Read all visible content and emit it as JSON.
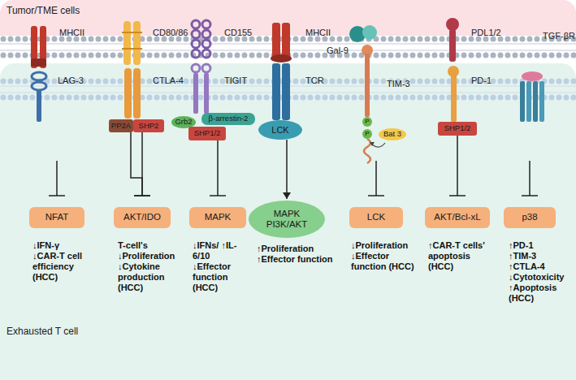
{
  "diagram": {
    "nodes": [
      {
        "text": [
          "Tumor/TME cells"
        ]
      },
      {
        "text": [
          "Exhausted T cell"
        ]
      },
      {
        "text": [
          "PP2A"
        ],
        "in": 1
      },
      {
        "text": [
          "SHP2"
        ],
        "in": 1
      },
      {
        "text": [
          "Grb2"
        ],
        "in": 1
      },
      {
        "text": [
          "β-arrestin-2"
        ],
        "in": 1
      },
      {
        "text": [
          "SHP1/2"
        ],
        "in": 1
      },
      {
        "text": [
          "LCK"
        ],
        "in": 1
      },
      {
        "text": [
          "P"
        ],
        "in": 1
      },
      {
        "text": [
          "P"
        ],
        "in": 1
      },
      {
        "text": [
          "Bat 3"
        ],
        "in": 1
      },
      {
        "text": [
          "SHP1/2"
        ],
        "in": 1
      },
      {
        "text": [
          "NFAT"
        ],
        "in": 1
      },
      {
        "text": [
          "AKT/IDO"
        ],
        "in": 1
      },
      {
        "text": [
          "MAPK"
        ],
        "in": 1
      },
      {
        "text": [
          "MAPK",
          "PI3K/AKT"
        ],
        "in": 1
      },
      {
        "text": [
          "LCK"
        ],
        "in": 1
      },
      {
        "text": [
          "AKT/Bcl-xL"
        ],
        "in": 1
      },
      {
        "text": [
          "p38"
        ],
        "in": 1
      }
    ],
    "edges": [
      {
        "from": 2,
        "to": 13,
        "arrow": "to"
      },
      {
        "from": 3,
        "to": 13,
        "arrow": "to"
      },
      {
        "from": 6,
        "to": 14,
        "arrow": "to"
      },
      {
        "from": 7,
        "to": 15,
        "arrow": "to"
      },
      {
        "from": 11,
        "to": 17,
        "arrow": "to"
      }
    ],
    "labels": [
      "MHCII",
      "LAG-3",
      "CD80/86",
      "CTLA-4",
      "CD155",
      "TIGIT",
      "MHCII",
      "TCR",
      "Gal-9",
      "TIM-3",
      "PDL1/2",
      "PD-1",
      "TGF-βR",
      "↓IFN-γ",
      "↓CAR-T cell efficiency (HCC)",
      "T-cell's",
      "↓Proliferation",
      "↓Cytokine production (HCC)",
      "↓IFNs/ ↑IL-6/10",
      "↓Effector function (HCC)",
      "↑Proliferation",
      "↑Effector function",
      "↓Proliferation",
      "↓Effector function (HCC)",
      "↑CAR-T cells' apoptosis (HCC)",
      "↑PD-1",
      "↑TIM-3",
      "↑CTLA-4",
      "↓Cytotoxicity",
      "↑Apoptosis (HCC)"
    ]
  }
}
